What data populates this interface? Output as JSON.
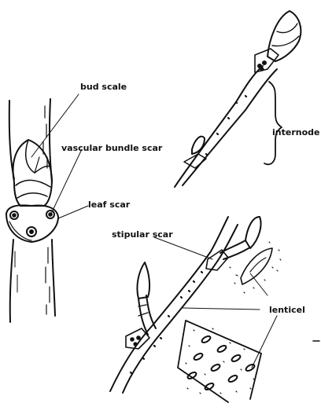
{
  "labels": {
    "bud_scale": "bud scale",
    "vascular_bundle_scar": "vascular bundle scar",
    "leaf_scar": "leaf scar",
    "internode": "internode",
    "stipular_scar": "stipular scar",
    "lenticel": "lenticel"
  },
  "colors": {
    "ink": "#111111",
    "paper": "#ffffff"
  }
}
